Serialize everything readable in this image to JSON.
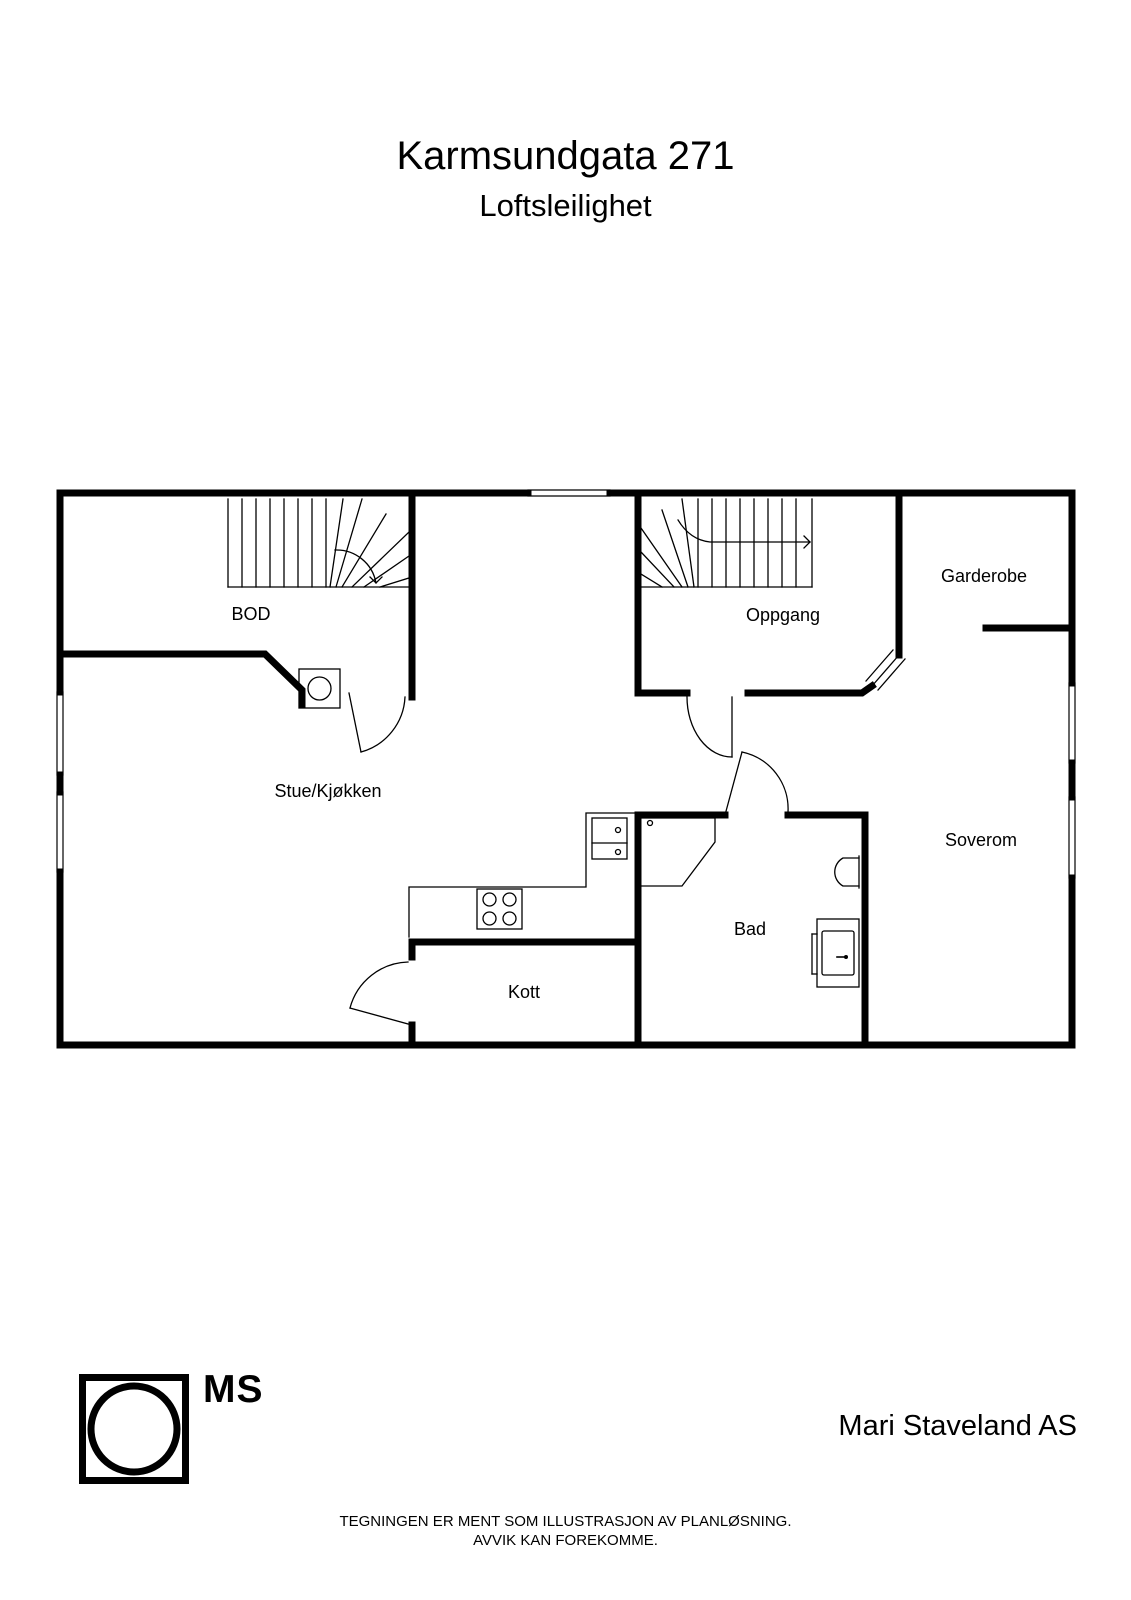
{
  "header": {
    "title": "Karmsundgata 271",
    "subtitle": "Loftsleilighet"
  },
  "rooms": {
    "bod": "BOD",
    "oppgang": "Oppgang",
    "garderobe": "Garderobe",
    "stue_kjokken": "Stue/Kjøkken",
    "soverom": "Soverom",
    "bad": "Bad",
    "kott": "Kott"
  },
  "footer": {
    "logo_text": "MS",
    "company": "Mari Staveland AS",
    "disclaimer_line1": "TEGNINGEN ER MENT SOM ILLUSTRASJON AV PLANLØSNING.",
    "disclaimer_line2": "AVVIK KAN FOREKOMME."
  }
}
